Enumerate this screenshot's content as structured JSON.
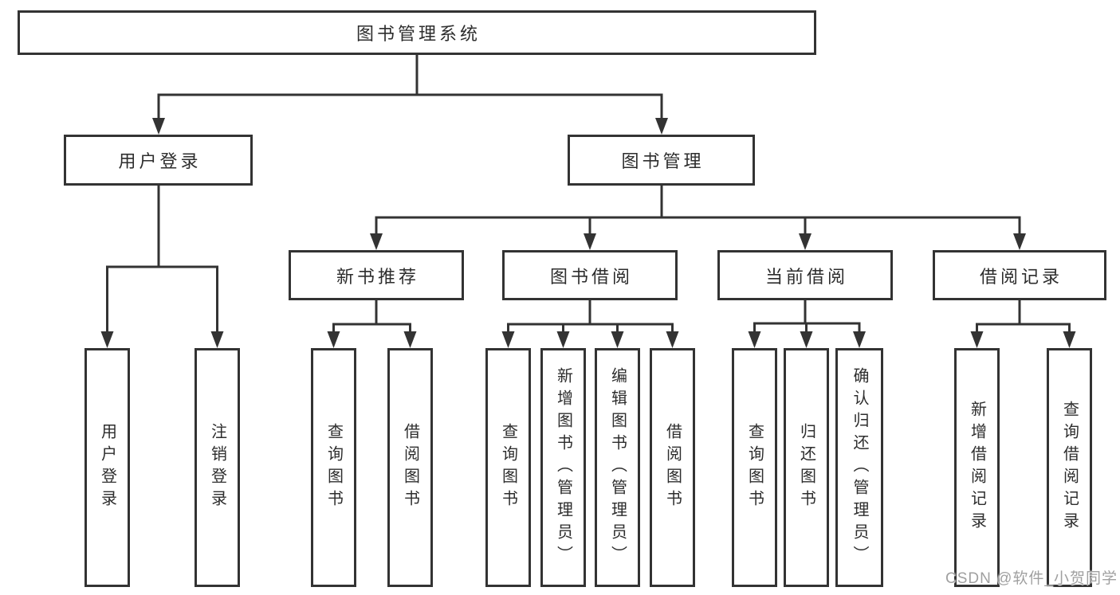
{
  "diagram": {
    "type": "tree",
    "root": {
      "label": "图书管理系统"
    },
    "branches": [
      {
        "label": "用户登录",
        "children": [
          {
            "label": "用户登录"
          },
          {
            "label": "注销登录"
          }
        ]
      },
      {
        "label": "图书管理",
        "children": [
          {
            "label": "新书推荐",
            "children": [
              {
                "label": "查询图书"
              },
              {
                "label": "借阅图书"
              }
            ]
          },
          {
            "label": "图书借阅",
            "children": [
              {
                "label": "查询图书"
              },
              {
                "label": "新增图书（管理员）"
              },
              {
                "label": "编辑图书（管理员）"
              },
              {
                "label": "借阅图书"
              }
            ]
          },
          {
            "label": "当前借阅",
            "children": [
              {
                "label": "查询图书"
              },
              {
                "label": "归还图书"
              },
              {
                "label": "确认归还（管理员）"
              }
            ]
          },
          {
            "label": "借阅记录",
            "children": [
              {
                "label": "新增借阅记录"
              },
              {
                "label": "查询借阅记录"
              }
            ]
          }
        ]
      }
    ]
  },
  "watermark": {
    "text": "CSDN @软件_小贺同学"
  },
  "colors": {
    "line": "#333333",
    "box_border": "#333333",
    "text": "#2d2d2d",
    "watermark": "#a0a0a0",
    "background": "#ffffff"
  }
}
